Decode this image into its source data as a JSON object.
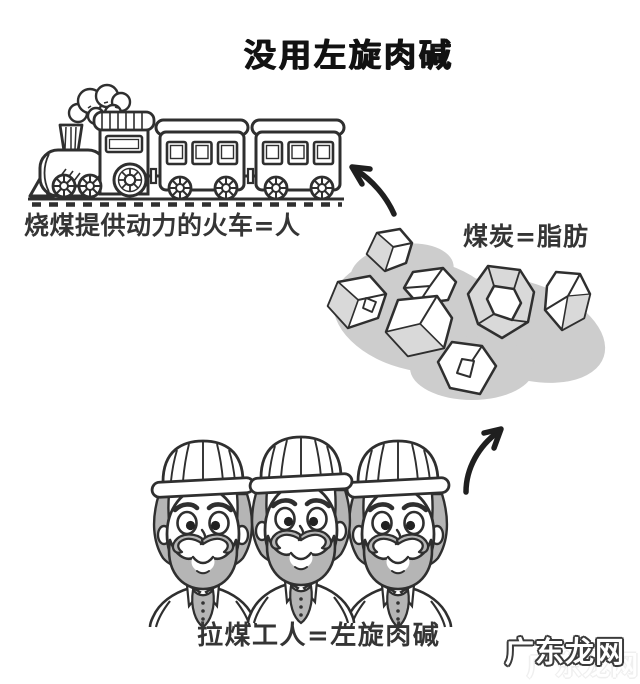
{
  "title": "没用左旋肉碱",
  "captions": {
    "train": "烧煤提供动力的火车=人",
    "coal": "煤炭=脂肪",
    "workers": "拉煤工人=左旋肉碱"
  },
  "watermark": {
    "text": "广东龙网"
  },
  "scene": {
    "train": "coal-burning cartoon steam train with two coaches on a track",
    "coal": "pile of angular coal lumps on a gray shadow",
    "workers": "three smiling coal-hauling workers wearing hard hats",
    "arrows": [
      "coal-to-train-arrow",
      "workers-to-coal-arrow"
    ]
  },
  "colors": {
    "background": "#ffffff",
    "ink": "#2f2f2f",
    "title_ink": "#121212",
    "gray_fill": "#b5b5b5",
    "coal_shade": "#d9d9d9",
    "shadow": "#cdcdcd",
    "watermark_fill": "#ffffff",
    "watermark_outline": "#3b3b3b"
  }
}
